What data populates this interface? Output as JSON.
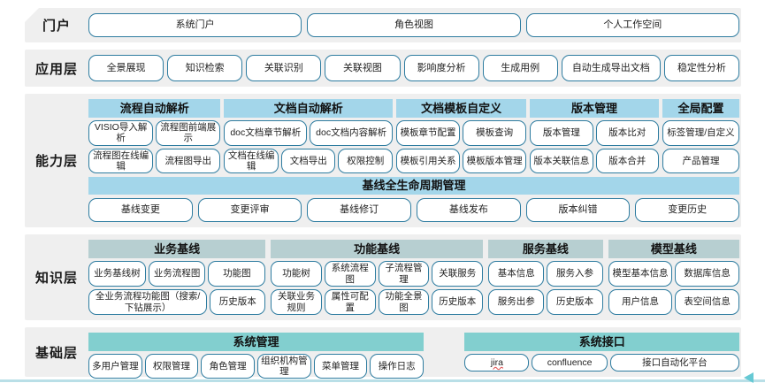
{
  "colors": {
    "band_background": "#efefef",
    "button_border": "#2e7ca0",
    "capability_header": "#a3d6ea",
    "knowledge_header": "#b7cfd1",
    "foundation_header": "#82cfcf",
    "bottom_line": "#b9dfe7",
    "bottom_arrow": "#66c9d4",
    "spellcheck_underline": "#e04b4b"
  },
  "layers": {
    "portal": {
      "label": "门户",
      "buttons": [
        "系统门户",
        "角色视图",
        "个人工作空间"
      ]
    },
    "application": {
      "label": "应用层",
      "buttons": [
        "全景展现",
        "知识检索",
        "关联识别",
        "关联视图",
        "影响度分析",
        "生成用例",
        "自动生成导出文档",
        "稳定性分析"
      ]
    },
    "capability": {
      "label": "能力层",
      "groups": [
        {
          "title": "流程自动解析",
          "rows": [
            [
              "VISIO导入解析",
              "流程图前端展示"
            ],
            [
              "流程图在线编辑",
              "流程图导出"
            ]
          ]
        },
        {
          "title": "文档自动解析",
          "rows": [
            [
              "doc文档章节解析",
              "doc文档内容解析"
            ],
            [
              "文档在线编辑",
              "文档导出",
              "权限控制"
            ]
          ]
        },
        {
          "title": "文档模板自定义",
          "rows": [
            [
              "模板章节配置",
              "模板查询"
            ],
            [
              "模板引用关系",
              "模板版本管理"
            ]
          ]
        },
        {
          "title": "版本管理",
          "rows": [
            [
              "版本管理",
              "版本比对"
            ],
            [
              "版本关联信息",
              "版本合并"
            ]
          ]
        },
        {
          "title": "全局配置",
          "rows": [
            [
              "标签管理/自定义"
            ],
            [
              "产品管理"
            ]
          ]
        }
      ],
      "baseline": {
        "title": "基线全生命周期管理",
        "buttons": [
          "基线变更",
          "变更评审",
          "基线修订",
          "基线发布",
          "版本纠错",
          "变更历史"
        ]
      }
    },
    "knowledge": {
      "label": "知识层",
      "groups": [
        {
          "title": "业务基线",
          "rows": [
            [
              "业务基线树",
              "业务流程图",
              "功能图"
            ],
            [
              "全业务流程功能图（搜索/下钻展示）",
              "历史版本"
            ]
          ]
        },
        {
          "title": "功能基线",
          "rows": [
            [
              "功能树",
              "系统流程图",
              "子流程管理",
              "关联服务"
            ],
            [
              "关联业务规则",
              "属性可配置",
              "功能全景图",
              "历史版本"
            ]
          ]
        },
        {
          "title": "服务基线",
          "rows": [
            [
              "基本信息",
              "服务入参"
            ],
            [
              "服务出参",
              "历史版本"
            ]
          ]
        },
        {
          "title": "模型基线",
          "rows": [
            [
              "模型基本信息",
              "数据库信息"
            ],
            [
              "用户信息",
              "表空间信息"
            ]
          ]
        }
      ]
    },
    "foundation": {
      "label": "基础层",
      "groups": [
        {
          "title": "系统管理",
          "buttons": [
            "多用户管理",
            "权限管理",
            "角色管理",
            "组织机构管理",
            "菜单管理",
            "操作日志"
          ]
        },
        {
          "title": "系统接口",
          "buttons": [
            "jira",
            "confluence",
            "接口自动化平台"
          ]
        }
      ]
    }
  }
}
